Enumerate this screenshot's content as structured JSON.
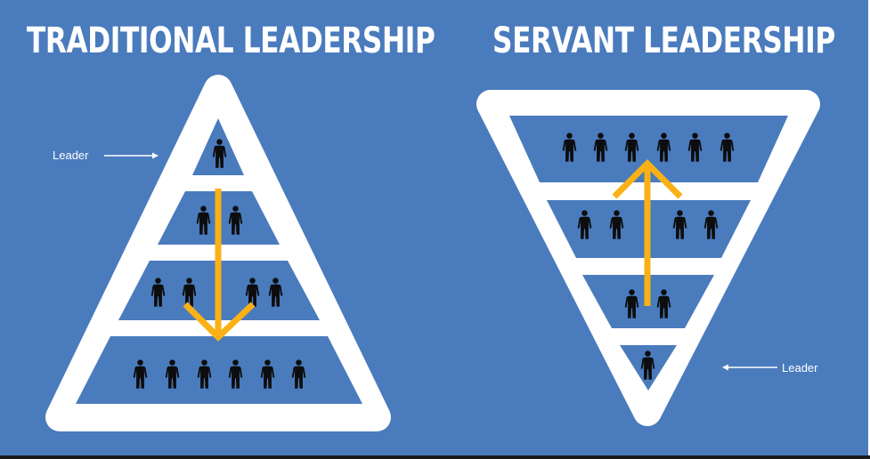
{
  "traditional": {
    "title": "TRADITIONAL LEADERSHIP",
    "leader_label": "Leader"
  },
  "servant": {
    "title": "SERVANT LEADERSHIP",
    "leader_label": "Leader"
  },
  "colors": {
    "background": "#4a7bbd",
    "shape": "#ffffff",
    "people": "#0d0d0d",
    "arrow": "#f9b115"
  },
  "icons": {
    "person": "person-icon",
    "arrow": "arrow-icon"
  }
}
